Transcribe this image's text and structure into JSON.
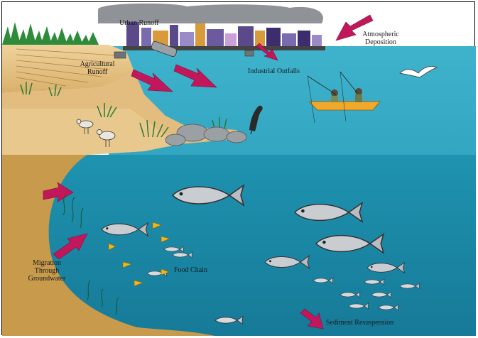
{
  "labels": {
    "urban_runoff": "Urban Runoff",
    "atmospheric_deposition": "Atmospheric Deposition",
    "agricultural_runoff": "Agricultural Runoff",
    "industrial_outfalls": "Industrial Outfalls",
    "migration_through_groundwater": "Migration Through Groundwater",
    "food_chain": "Food Chain",
    "sediment_resuspension": "Sediment Resuspension"
  },
  "colors": {
    "water": "#1e93b0",
    "water_deep": "#167f9d",
    "sky": "#ffffff",
    "sediment": "#c79a4c",
    "shore": "#e3bd7f",
    "arrow_magenta": "#c2185b",
    "boat": "#f0a92a",
    "vegetation": "#2e8b3a",
    "fish_yellow": "#f2b51c",
    "city": "#6a4a9a"
  },
  "icons": {
    "pollution_arrow": "magenta-arrow-icon",
    "gull": "seagull-icon",
    "cormorant": "cormorant-icon",
    "sandpiper": "sandpiper-icon",
    "fish": "fish-icon",
    "boat": "boat-icon",
    "pipe": "outfall-pipe-icon",
    "factory": "factory-icon",
    "smoke": "smoke-cloud-icon"
  }
}
